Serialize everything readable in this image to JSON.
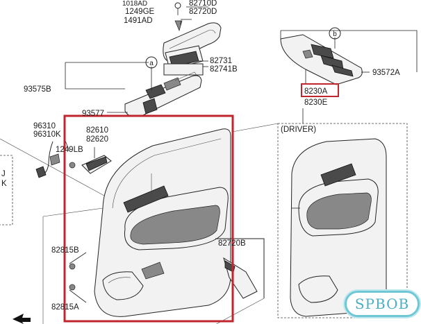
{
  "labels": {
    "top_cut": "1018AD",
    "p1249GE": "1249GE",
    "p82720D": "82720D",
    "p82710D": "82710D",
    "p1491AD": "1491AD",
    "p82731": "82731",
    "p82741B": "82741B",
    "p93575B": "93575B",
    "p93577": "93577",
    "p96310": "96310",
    "p96310K": "96310K",
    "p82610": "82610",
    "p82620": "82620",
    "p1249LB": "1249LB",
    "p82815B": "82815B",
    "p82815A": "82815A",
    "p82720B": "82720B",
    "p93572A": "93572A",
    "p8230A": "8230A",
    "p8230E": "8230E",
    "driver": "(DRIVER)",
    "left_J": "J",
    "left_K": "K"
  },
  "callouts": {
    "a": "a",
    "b": "b"
  },
  "watermark": {
    "text": "SPBOB"
  },
  "colors": {
    "highlight": "#c0262e",
    "watermark": "#4aaec4"
  }
}
